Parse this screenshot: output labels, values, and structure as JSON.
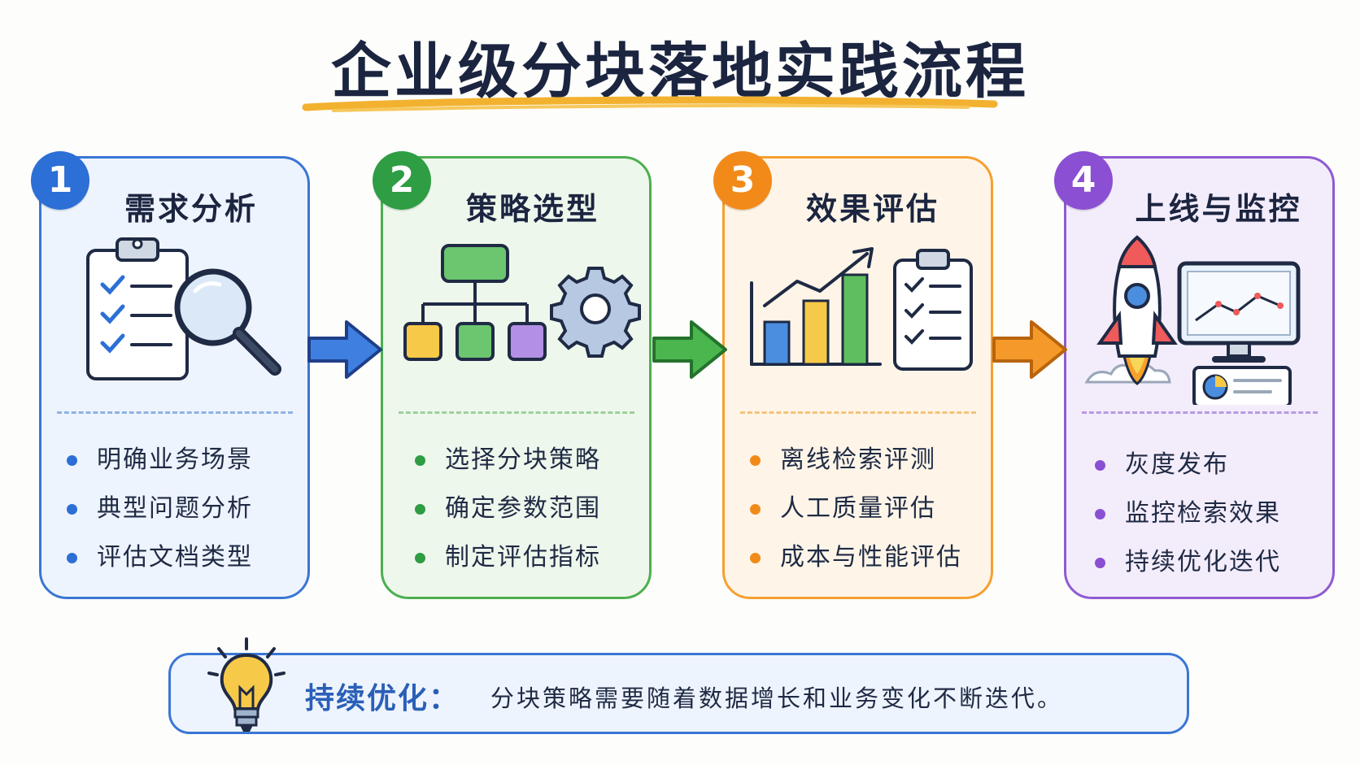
{
  "title": "企业级分块落地实践流程",
  "colors": {
    "blue": "#2c6fd6",
    "green": "#2e9d43",
    "orange": "#f28a1a",
    "purple": "#8a4fd3",
    "title": "#1b2540",
    "underline": "#f2b12f"
  },
  "steps": [
    {
      "number": "1",
      "title": "需求分析",
      "icons": [
        "clipboard-checklist-icon",
        "magnifier-icon"
      ],
      "bullets": [
        "明确业务场景",
        "典型问题分析",
        "评估文档类型"
      ]
    },
    {
      "number": "2",
      "title": "策略选型",
      "icons": [
        "hierarchy-diagram-icon",
        "gear-icon"
      ],
      "bullets": [
        "选择分块策略",
        "确定参数范围",
        "制定评估指标"
      ]
    },
    {
      "number": "3",
      "title": "效果评估",
      "icons": [
        "bar-chart-trend-icon",
        "clipboard-checklist-icon"
      ],
      "bullets": [
        "离线检索评测",
        "人工质量评估",
        "成本与性能评估"
      ]
    },
    {
      "number": "4",
      "title": "上线与监控",
      "icons": [
        "rocket-icon",
        "monitor-dashboard-icon"
      ],
      "bullets": [
        "灰度发布",
        "监控检索效果",
        "持续优化迭代"
      ]
    }
  ],
  "note": {
    "icon": "lightbulb-icon",
    "label": "持续优化：",
    "text": "分块策略需要随着数据增长和业务变化不断迭代。"
  }
}
